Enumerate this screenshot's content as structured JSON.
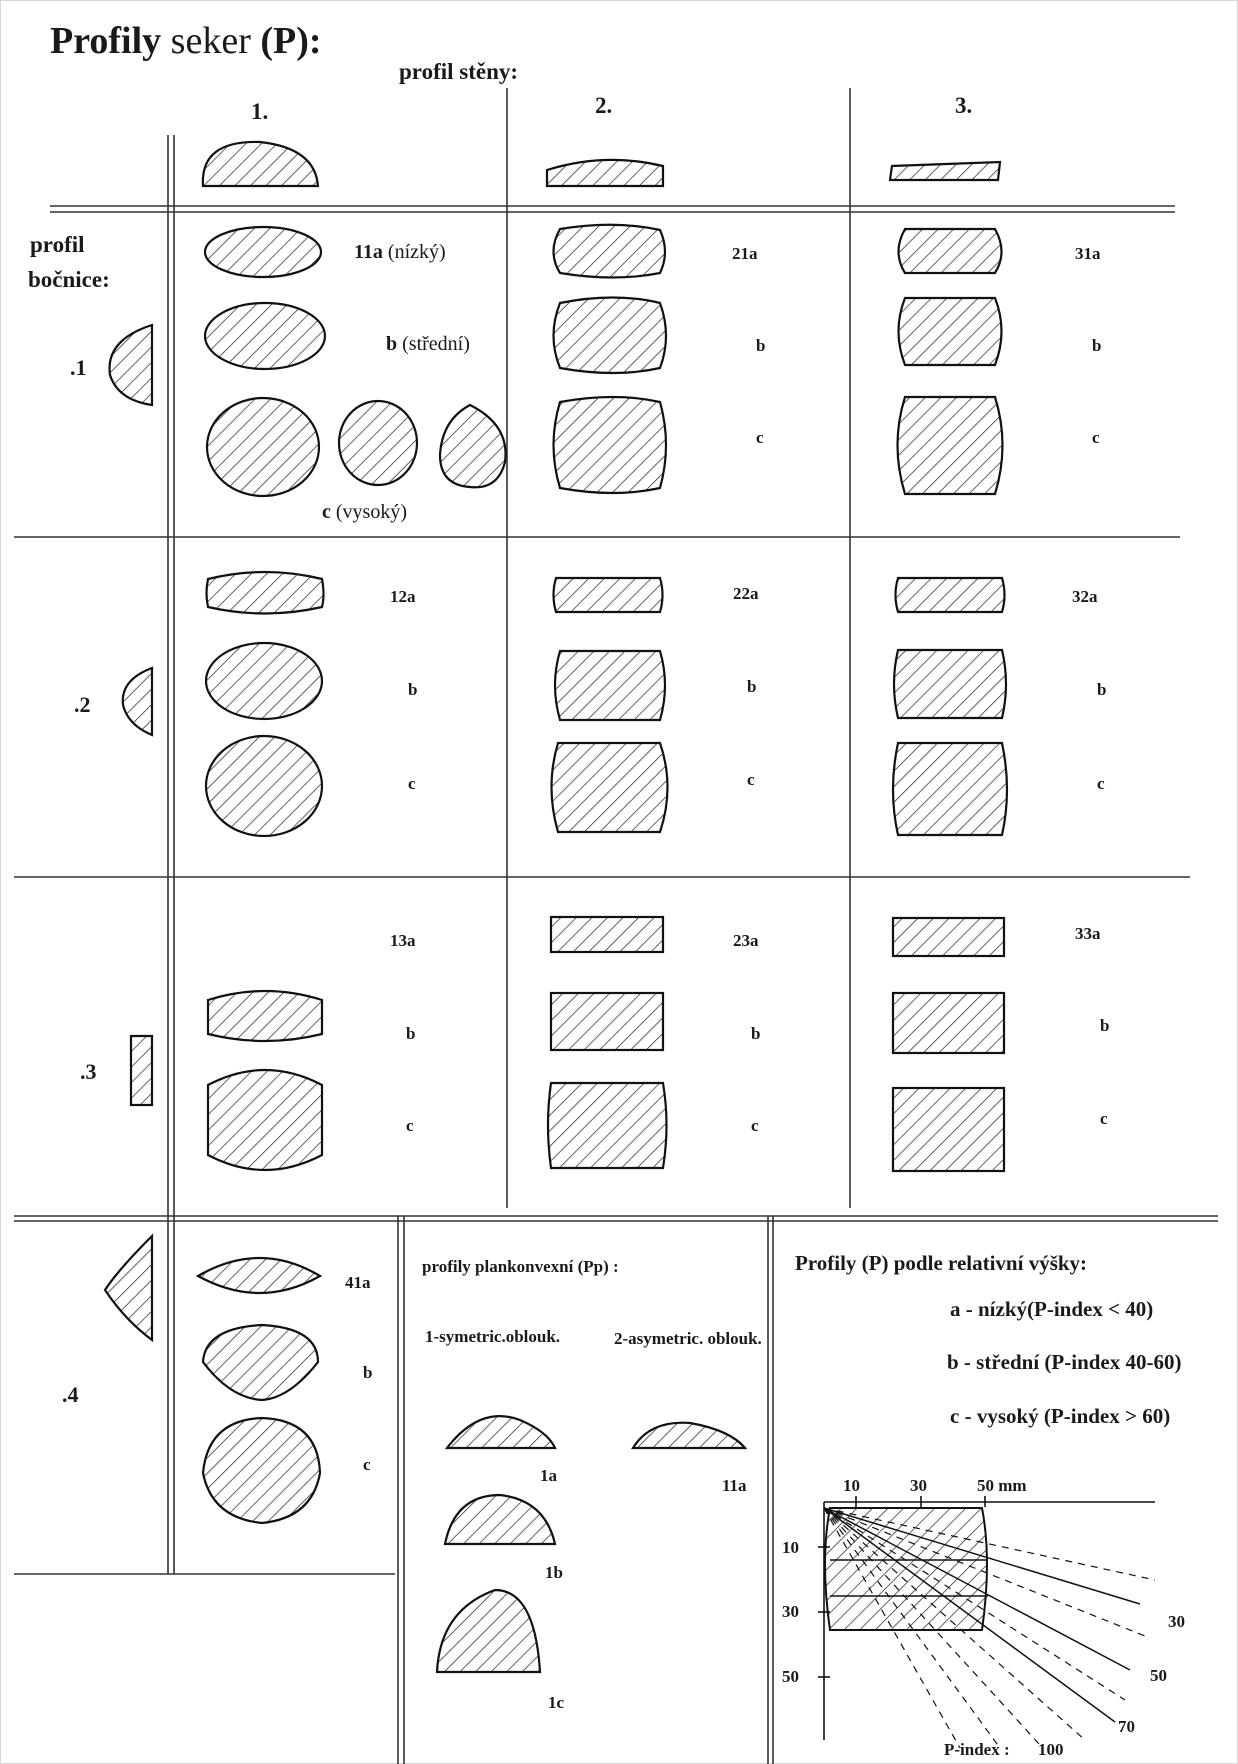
{
  "title": {
    "bold": "Profily",
    "normal": " seker ",
    "code": "(P):"
  },
  "wall_header": "profil stěny:",
  "columns": [
    "1.",
    "2.",
    "3."
  ],
  "side_header": [
    "profil",
    "bočnice:"
  ],
  "rows": [
    ".1",
    ".2",
    ".3",
    ".4"
  ],
  "labels": {
    "l11a_bold": "11a",
    "l11a_text": " (nízký)",
    "l11b_bold": "b",
    "l11b_text": " (střední)",
    "l11c_bold": "c",
    "l11c_text": " (vysoký)",
    "l21a": "21a",
    "l21b": "b",
    "l21c": "c",
    "l31a": "31a",
    "l31b": "b",
    "l31c": "c",
    "l12a": "12a",
    "l12b": "b",
    "l12c": "c",
    "l22a": "22a",
    "l22b": "b",
    "l22c": "c",
    "l32a": "32a",
    "l32b": "b",
    "l32c": "c",
    "l13a": "13a",
    "l13b": "b",
    "l13c": "c",
    "l23a": "23a",
    "l23b": "b",
    "l23c": "c",
    "l33a": "33a",
    "l33b": "b",
    "l33c": "c",
    "l41a": "41a",
    "l41b": "b",
    "l41c": "c"
  },
  "plankonvex": {
    "title": "profily plankonvexní (Pp) :",
    "sym": "1-symetric.oblouk.",
    "asym": "2-asymetric. oblouk.",
    "labels": [
      "1a",
      "11a",
      "1b",
      "1c"
    ]
  },
  "legend": {
    "title": "Profily (P) podle relativní výšky:",
    "a": "a - nízký(P-index < 40)",
    "b": "b - střední (P-index 40-60)",
    "c": "c -  vysoký (P-index > 60)"
  },
  "axis": {
    "top_ticks": [
      "10",
      "30",
      "50 mm"
    ],
    "left_ticks": [
      "10",
      "30",
      "50"
    ],
    "right_ticks": [
      "30",
      "50",
      "70"
    ],
    "pindex_label": "P-index :",
    "pindex_value": "100"
  }
}
